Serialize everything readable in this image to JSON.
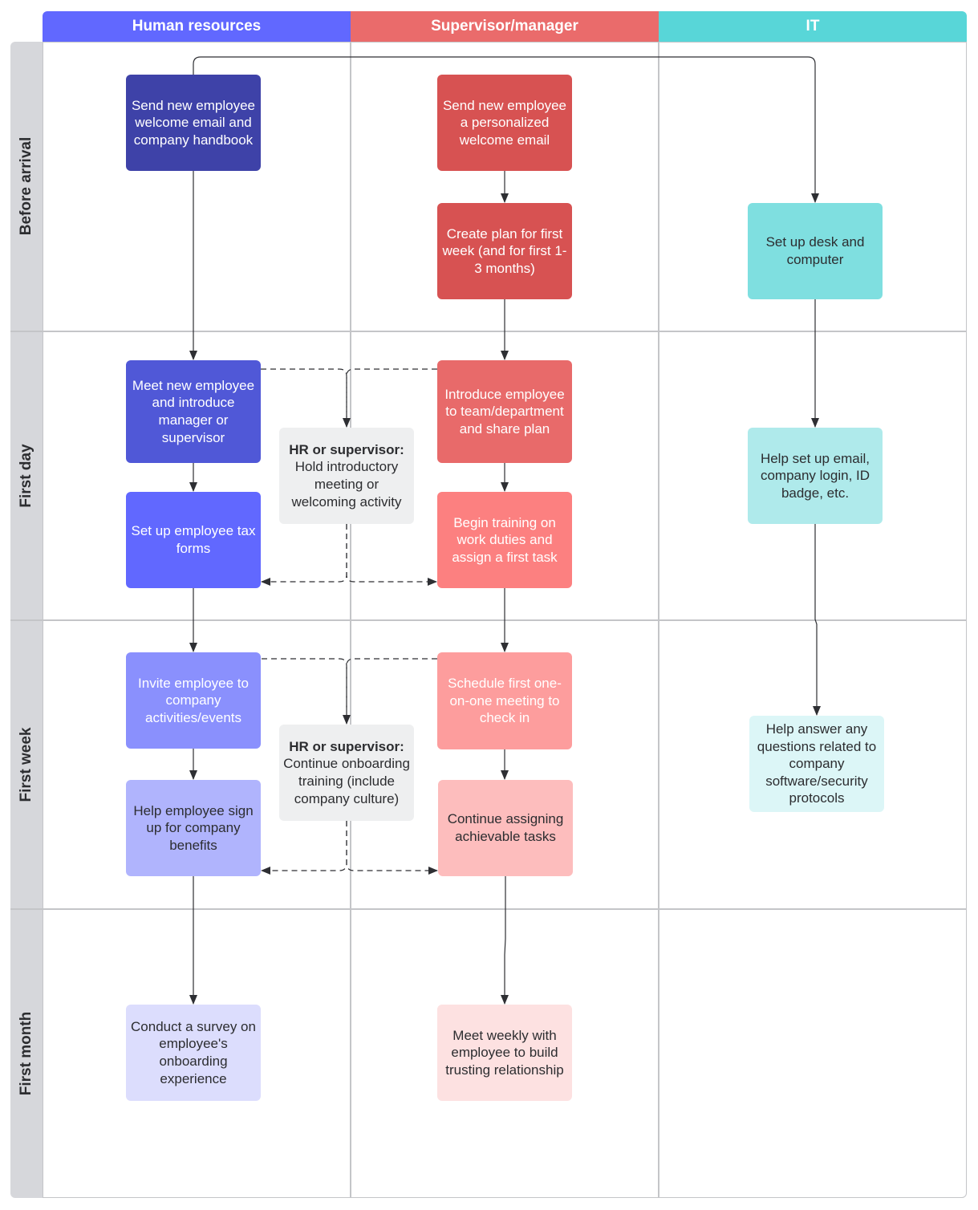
{
  "lanes": [
    {
      "label": "Human resources",
      "color": "#6168ff"
    },
    {
      "label": "Supervisor/manager",
      "color": "#ea6b6b"
    },
    {
      "label": "IT",
      "color": "#58d6d8"
    }
  ],
  "phases": [
    "Before arrival",
    "First day",
    "First week",
    "First month"
  ],
  "nodes": {
    "hr_send_welcome": {
      "text": "Send new employee welcome email and company handbook",
      "fill": "#3e42a8"
    },
    "mgr_personal_email": {
      "text": "Send new employee a personalized welcome email",
      "fill": "#d75252"
    },
    "mgr_create_plan": {
      "text": "Create plan for first week (and for first 1-3 months)",
      "fill": "#d75252"
    },
    "it_setup_desk": {
      "text": "Set up desk and computer",
      "fill": "#7fdfe0"
    },
    "hr_meet_new": {
      "text": "Meet new employee and introduce manager or supervisor",
      "fill": "#5058d7"
    },
    "shared_intro_meeting": {
      "title": "HR or supervisor:",
      "text": "Hold introductory meeting or welcoming activity",
      "fill": "#eeeff0"
    },
    "mgr_introduce_team": {
      "text": "Introduce employee to team/department and share plan",
      "fill": "#e86a6a"
    },
    "hr_tax_forms": {
      "text": "Set up employee tax forms",
      "fill": "#6168ff"
    },
    "mgr_begin_training": {
      "text": "Begin training on work duties and assign a first task",
      "fill": "#fc8080"
    },
    "it_help_email": {
      "text": "Help set up email, company login, ID badge, etc.",
      "fill": "#afeaeb"
    },
    "hr_invite_events": {
      "text": "Invite employee to company activities/events",
      "fill": "#8a90fd"
    },
    "shared_continue_training": {
      "title": "HR or supervisor:",
      "text": "Continue onboarding training (include company culture)",
      "fill": "#eeeff0"
    },
    "mgr_schedule_one_on_one": {
      "text": "Schedule first one-on-one meeting to check in",
      "fill": "#fd9d9d"
    },
    "it_answer_questions": {
      "text": "Help answer any questions related to company software/security protocols",
      "fill": "#dcf6f7"
    },
    "hr_benefits": {
      "text": "Help employee sign up for company benefits",
      "fill": "#b0b4fd"
    },
    "mgr_continue_tasks": {
      "text": "Continue assigning achievable tasks",
      "fill": "#fdbdbd"
    },
    "hr_survey": {
      "text": "Conduct a survey on employee's onboarding experience",
      "fill": "#dcddfd"
    },
    "mgr_meet_weekly": {
      "text": "Meet weekly with employee to build trusting relationship",
      "fill": "#fde1e1"
    }
  }
}
